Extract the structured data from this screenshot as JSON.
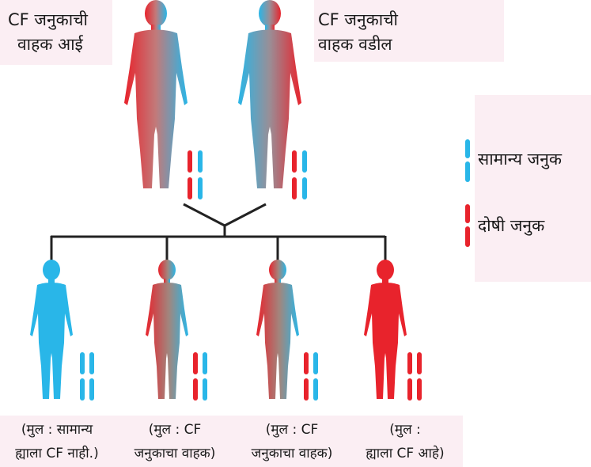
{
  "parents": {
    "mother_label": [
      "CF जनुकाची",
      "वाहक आई"
    ],
    "father_label": [
      "CF जनुकाची",
      "वाहक वडील"
    ]
  },
  "legend": {
    "normal": "सामान्य जनुक",
    "faulty": "दोषी जनुक"
  },
  "children": [
    {
      "caption": [
        "(मुल : सामान्य",
        "ह्याला CF नाही.)"
      ],
      "type": "normal"
    },
    {
      "caption": [
        "(मुल : CF",
        "जनुकाचा वाहक)"
      ],
      "type": "carrier"
    },
    {
      "caption": [
        "(मुल : CF",
        "जनुकाचा वाहक)"
      ],
      "type": "carrier"
    },
    {
      "caption": [
        "(मुल :",
        "ह्याला CF आहे)"
      ],
      "type": "affected"
    }
  ],
  "colors": {
    "normal": "#29b6e8",
    "faulty": "#e8232c",
    "line": "#222222",
    "highlight": "#fbeef3"
  }
}
